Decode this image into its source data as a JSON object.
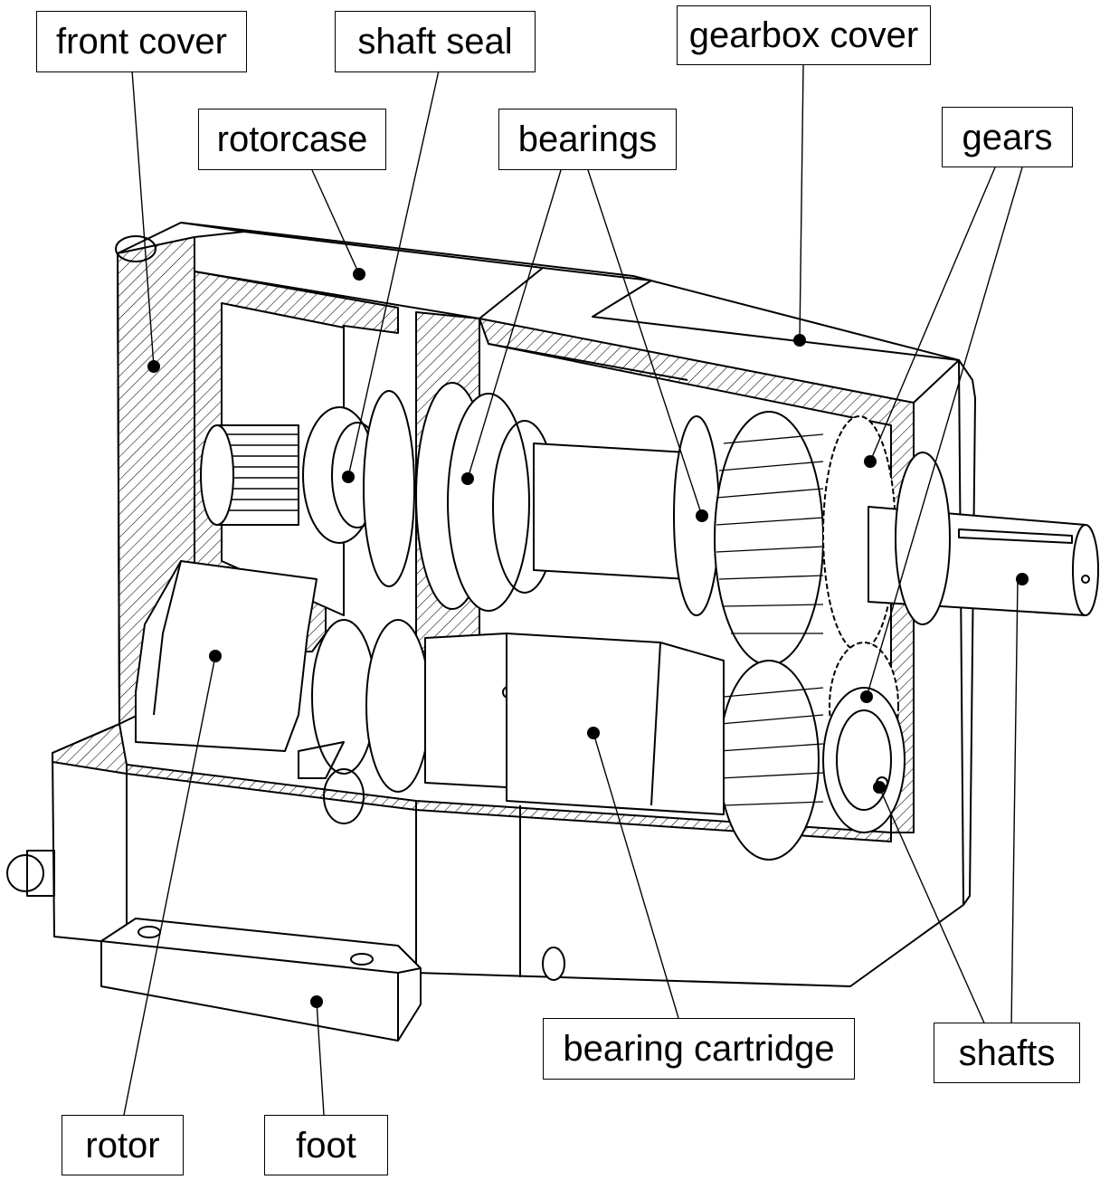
{
  "diagram": {
    "labels": {
      "front_cover": "front cover",
      "shaft_seal": "shaft seal",
      "gearbox_cover": "gearbox cover",
      "rotorcase": "rotorcase",
      "bearings": "bearings",
      "gears": "gears",
      "bearing_cartridge": "bearing cartridge",
      "shafts": "shafts",
      "rotor": "rotor",
      "foot": "foot"
    },
    "colors": {
      "line": "#000000",
      "background": "#ffffff"
    }
  }
}
